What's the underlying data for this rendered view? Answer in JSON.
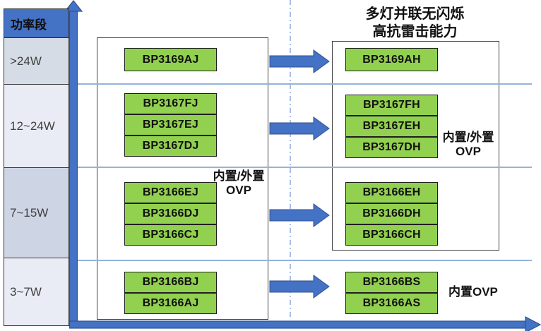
{
  "title": {
    "line1": "多灯并联无闪烁",
    "line2": "高抗雷击能力"
  },
  "y_axis": {
    "header": "功率段",
    "bands": [
      ">24W",
      "12~24W",
      "7~15W",
      "3~7W"
    ]
  },
  "left_box": {
    "ovp": {
      "line1": "内置/外置",
      "line2": "OVP"
    },
    "rows": {
      "band_24w": [
        "BP3169AJ"
      ],
      "band_12_24w": [
        "BP3167FJ",
        "BP3167EJ",
        "BP3167DJ"
      ],
      "band_7_15w": [
        "BP3166EJ",
        "BP3166DJ",
        "BP3166CJ"
      ],
      "band_3_7w": [
        "BP3166BJ",
        "BP3166AJ"
      ]
    }
  },
  "right_box": {
    "ovp": {
      "line1": "内置/外置",
      "line2": "OVP"
    },
    "rows": {
      "band_24w": [
        "BP3169AH"
      ],
      "band_12_24w": [
        "BP3167FH",
        "BP3167EH",
        "BP3167DH"
      ],
      "band_7_15w": [
        "BP3166EH",
        "BP3166DH",
        "BP3166CH"
      ]
    }
  },
  "bottom_right_group": {
    "chips": [
      "BP3166BS",
      "BP3166AS"
    ],
    "ovp": "内置OVP"
  },
  "colors": {
    "accent_blue": "#4472C4",
    "accent_blue_dark": "#2E5395",
    "chip_green": "#92D050",
    "separator_blue": "#94B3D9",
    "dash_line_blue": "#8FAADC"
  }
}
